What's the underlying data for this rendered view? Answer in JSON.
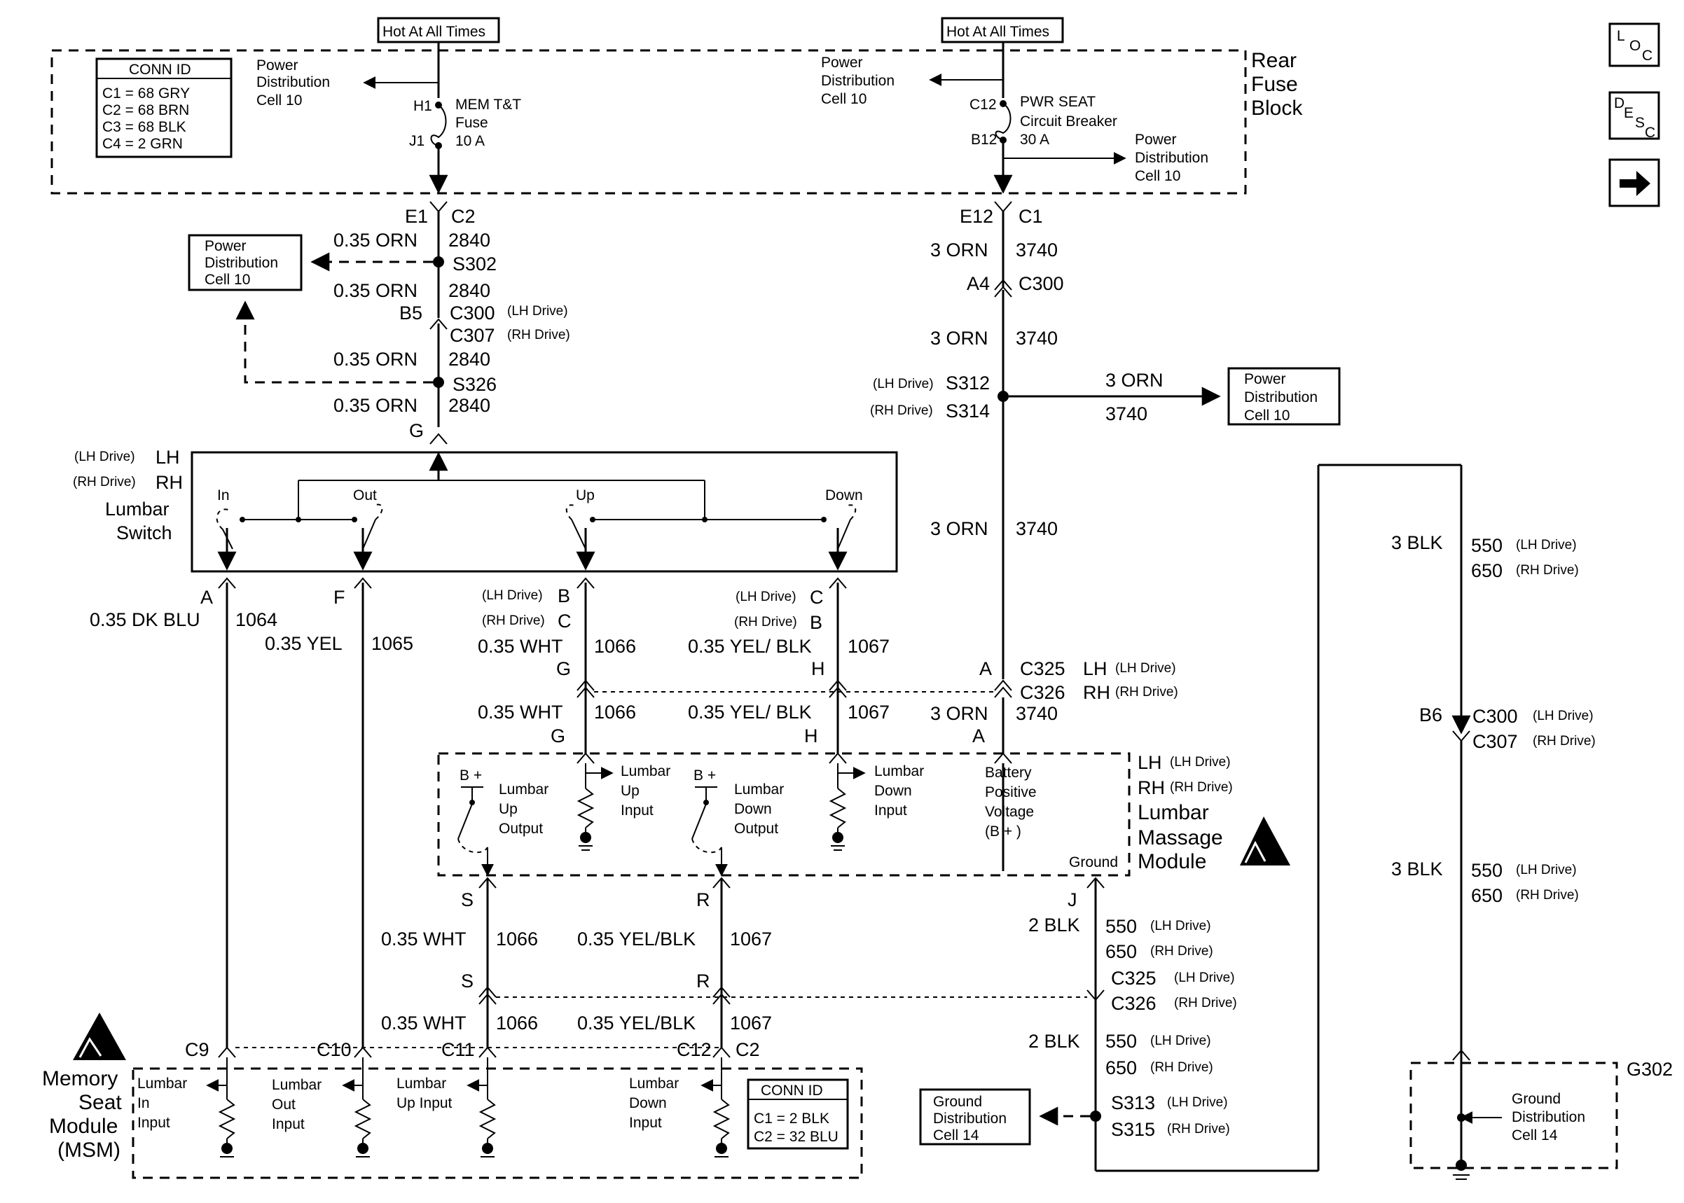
{
  "hot": {
    "left": "Hot At All Times",
    "right": "Hot At All Times"
  },
  "rear_fuse_block": {
    "line1": "Rear",
    "line2": "Fuse",
    "line3": "Block"
  },
  "conn_id_top": {
    "title": "CONN ID",
    "rows": [
      "C1 = 68 GRY",
      "C2 = 68 BRN",
      "C3 = 68 BLK",
      "C4 = 2 GRN"
    ]
  },
  "conn_id_msm": {
    "title": "CONN ID",
    "rows": [
      "C1 = 2 BLK",
      "C2 = 32 BLU"
    ]
  },
  "pd": {
    "line1": "Power",
    "line2": "Distribution",
    "line3": "Cell 10"
  },
  "gd": {
    "line1": "Ground",
    "line2": "Distribution",
    "line3": "Cell 14"
  },
  "fuse": {
    "pin_in": "H1",
    "pin_out": "J1",
    "line1": "MEM T&T",
    "line2": "Fuse",
    "line3": "10 A"
  },
  "breaker": {
    "pin_in": "C12",
    "pin_out": "B12",
    "line1": "PWR SEAT",
    "line2": "Circuit Breaker",
    "line3": "30 A"
  },
  "left_feed": {
    "e1": "E1",
    "c2": "C2",
    "orn": "0.35 ORN",
    "ckt": "2840",
    "s302": "S302",
    "b5": "B5",
    "c300": "C300",
    "c307": "C307",
    "lhd": "(LH Drive)",
    "rhd": "(RH Drive)",
    "s326": "S326",
    "g": "G"
  },
  "right_feed": {
    "e12": "E12",
    "c1": "C1",
    "orn3": "3 ORN",
    "ckt": "3740",
    "a4": "A4",
    "c300": "C300",
    "s312": "S312",
    "s314": "S314",
    "lhd": "(LH Drive)",
    "rhd": "(RH Drive)"
  },
  "switch": {
    "lhd": "(LH Drive)",
    "rhd": "(RH Drive)",
    "lh": "LH",
    "rh": "RH",
    "name1": "Lumbar",
    "name2": "Switch",
    "in": "In",
    "out": "Out",
    "up": "Up",
    "down": "Down"
  },
  "wires": {
    "a": "A",
    "f": "F",
    "dkblu": "0.35 DK BLU",
    "c1064": "1064",
    "yel": "0.35 YEL",
    "c1065": "1065",
    "b": "B",
    "c": "C",
    "wht": "0.35 WHT",
    "c1066": "1066",
    "yelblk": "0.35 YEL/ BLK",
    "yelblk2": "0.35 YEL/BLK",
    "c1067": "1067",
    "g": "G",
    "h": "H",
    "s": "S",
    "r": "R",
    "j": "J",
    "c325": "C325",
    "c326": "C326",
    "lh": "LH",
    "rh": "RH",
    "blk2": "2 BLK",
    "blk3": "3 BLK",
    "c550": "550",
    "c650": "650",
    "s313": "S313",
    "s315": "S315",
    "b6": "B6",
    "c300": "C300",
    "c307": "C307",
    "g302": "G302",
    "c9": "C9",
    "c10": "C10",
    "c11": "C11",
    "c12": "C12",
    "c2": "C2",
    "lhd": "(LH Drive)",
    "rhd": "(RH Drive)"
  },
  "lmm": {
    "bplus": "B +",
    "up_out1": "Lumbar",
    "up_out2": "Up",
    "up_out3": "Output",
    "up_in1": "Lumbar",
    "up_in2": "Up",
    "up_in3": "Input",
    "dn_out1": "Lumbar",
    "dn_out2": "Down",
    "dn_out3": "Output",
    "dn_in1": "Lumbar",
    "dn_in2": "Down",
    "dn_in3": "Input",
    "bat1": "Battery",
    "bat2": "Positive",
    "bat3": "Voltage",
    "bat4": "(B + )",
    "ground": "Ground",
    "lh": "LH",
    "rh": "RH",
    "lhd": "(LH Drive)",
    "rhd": "(RH Drive)",
    "name1": "Lumbar",
    "name2": "Massage",
    "name3": "Module"
  },
  "msm": {
    "name1": "Memory",
    "name2": "Seat",
    "name3": "Module",
    "name4": "(MSM)",
    "in1": "Lumbar",
    "in2": "In",
    "in3": "Input",
    "out1": "Lumbar",
    "out2": "Out",
    "out3": "Input",
    "up1": "Lumbar",
    "up2": "Up Input",
    "dn1": "Lumbar",
    "dn2": "Down",
    "dn3": "Input"
  },
  "nav": {
    "loc": [
      "L",
      "O",
      "C"
    ],
    "desc": [
      "D",
      "E",
      "S",
      "C"
    ],
    "next": "next-arrow-icon"
  }
}
